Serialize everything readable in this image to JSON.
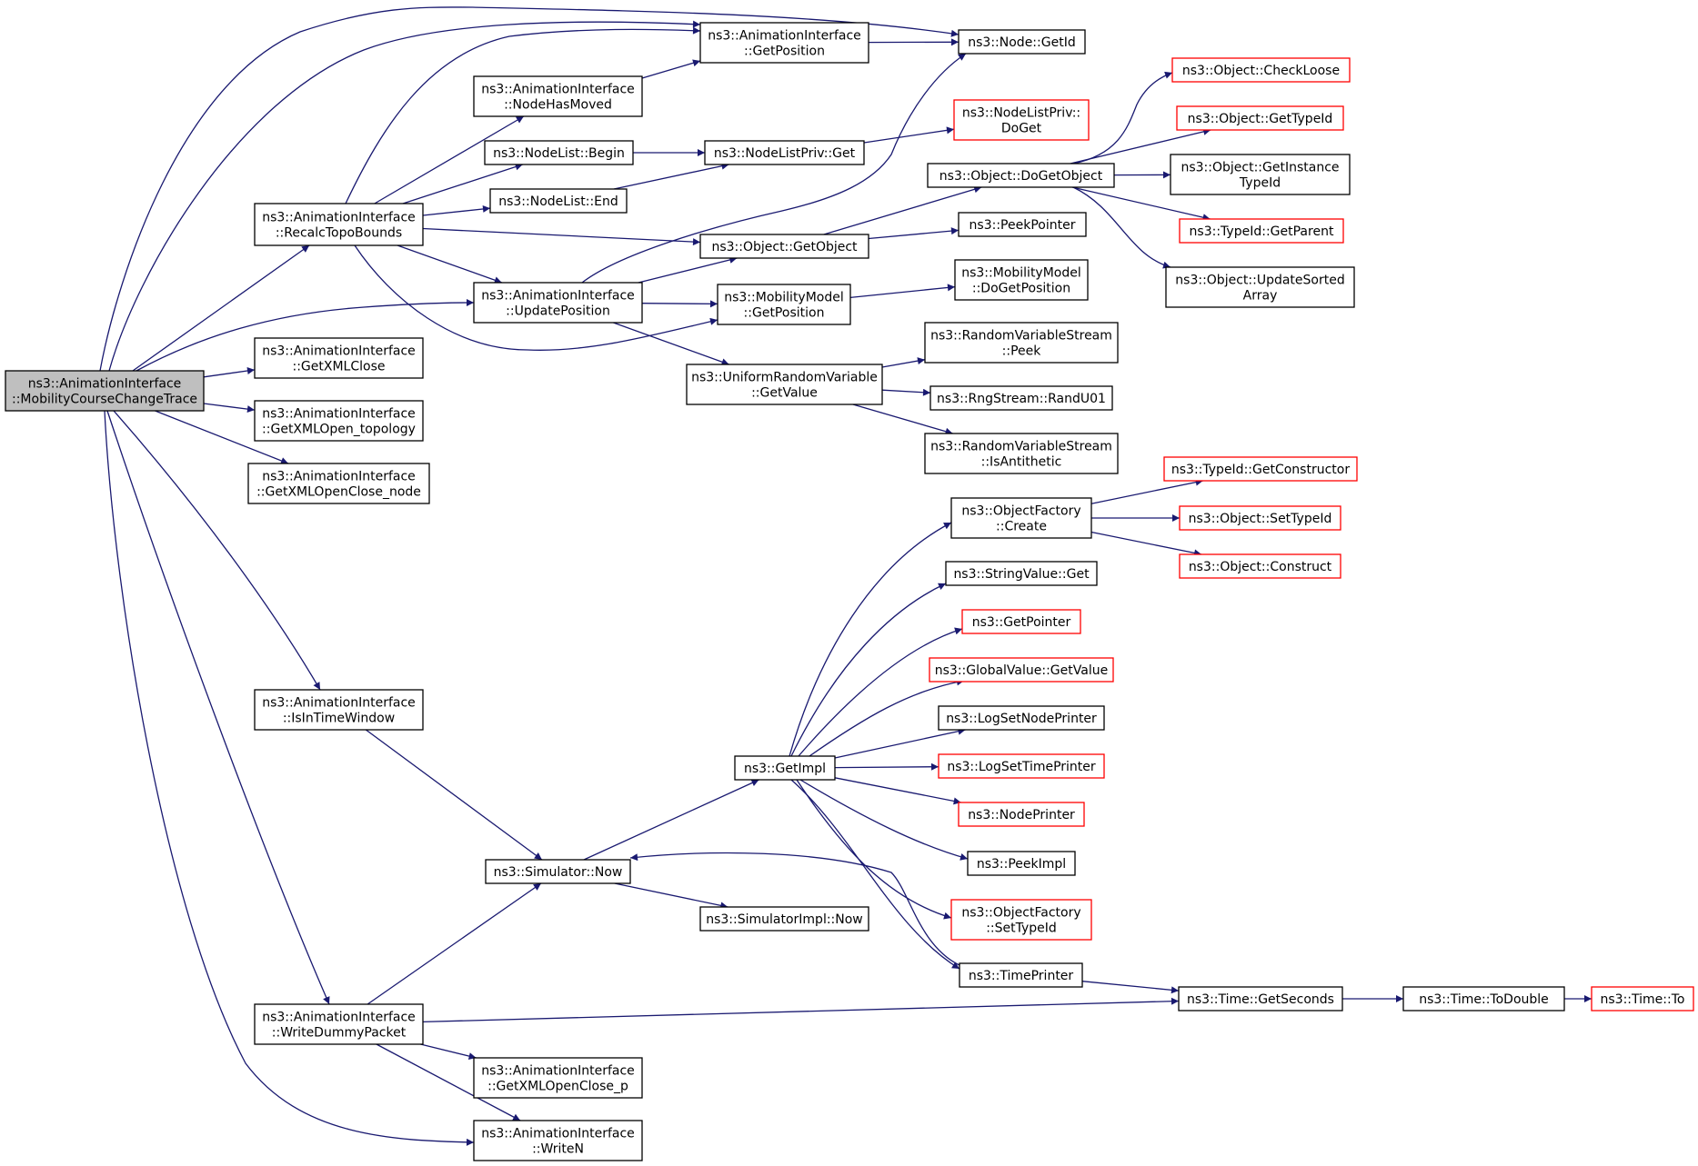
{
  "colors": {
    "edge": "#191970",
    "node_border": "#000000",
    "node_border_undocumented": "#ff0000",
    "root_fill": "#bfbfbf",
    "node_fill": "#ffffff",
    "text": "#000000"
  },
  "nodes": {
    "root": {
      "lines": [
        "ns3::AnimationInterface",
        "::MobilityCourseChangeTrace"
      ]
    },
    "recalc": {
      "lines": [
        "ns3::AnimationInterface",
        "::RecalcTopoBounds"
      ]
    },
    "getxmlclose": {
      "lines": [
        "ns3::AnimationInterface",
        "::GetXMLClose"
      ]
    },
    "getxmlopen_topology": {
      "lines": [
        "ns3::AnimationInterface",
        "::GetXMLOpen_topology"
      ]
    },
    "getxmlopenclose_node": {
      "lines": [
        "ns3::AnimationInterface",
        "::GetXMLOpenClose_node"
      ]
    },
    "isintimewindow": {
      "lines": [
        "ns3::AnimationInterface",
        "::IsInTimeWindow"
      ]
    },
    "writedummypacket": {
      "lines": [
        "ns3::AnimationInterface",
        "::WriteDummyPacket"
      ]
    },
    "ai_getposition": {
      "lines": [
        "ns3::AnimationInterface",
        "::GetPosition"
      ]
    },
    "nodehasmoved": {
      "lines": [
        "ns3::AnimationInterface",
        "::NodeHasMoved"
      ]
    },
    "nodelist_begin": {
      "lines": [
        "ns3::NodeList::Begin"
      ]
    },
    "nodelist_end": {
      "lines": [
        "ns3::NodeList::End"
      ]
    },
    "updateposition": {
      "lines": [
        "ns3::AnimationInterface",
        "::UpdatePosition"
      ]
    },
    "simulator_now": {
      "lines": [
        "ns3::Simulator::Now"
      ]
    },
    "getxmlopenclose_p": {
      "lines": [
        "ns3::AnimationInterface",
        "::GetXMLOpenClose_p"
      ]
    },
    "writen": {
      "lines": [
        "ns3::AnimationInterface",
        "::WriteN"
      ]
    },
    "node_getid": {
      "lines": [
        "ns3::Node::GetId"
      ]
    },
    "nodelistpriv_get": {
      "lines": [
        "ns3::NodeListPriv::Get"
      ]
    },
    "object_getobject": {
      "lines": [
        "ns3::Object::GetObject"
      ]
    },
    "mm_getposition": {
      "lines": [
        "ns3::MobilityModel",
        "::GetPosition"
      ]
    },
    "uniform_getvalue": {
      "lines": [
        "ns3::UniformRandomVariable",
        "::GetValue"
      ]
    },
    "getimpl": {
      "lines": [
        "ns3::GetImpl"
      ]
    },
    "simulatorimpl_now": {
      "lines": [
        "ns3::SimulatorImpl::Now"
      ]
    },
    "nodelistpriv_doget": {
      "lines": [
        "ns3::NodeListPriv::",
        "DoGet"
      ]
    },
    "object_dogetobject": {
      "lines": [
        "ns3::Object::DoGetObject"
      ]
    },
    "peekpointer": {
      "lines": [
        "ns3::PeekPointer"
      ]
    },
    "mm_dogetposition": {
      "lines": [
        "ns3::MobilityModel",
        "::DoGetPosition"
      ]
    },
    "rvs_peek": {
      "lines": [
        "ns3::RandomVariableStream",
        "::Peek"
      ]
    },
    "rngstream_randu01": {
      "lines": [
        "ns3::RngStream::RandU01"
      ]
    },
    "rvs_isantithetic": {
      "lines": [
        "ns3::RandomVariableStream",
        "::IsAntithetic"
      ]
    },
    "objectfactory_create": {
      "lines": [
        "ns3::ObjectFactory",
        "::Create"
      ]
    },
    "stringvalue_get": {
      "lines": [
        "ns3::StringValue::Get"
      ]
    },
    "getpointer": {
      "lines": [
        "ns3::GetPointer"
      ]
    },
    "globalvalue_getvalue": {
      "lines": [
        "ns3::GlobalValue::GetValue"
      ]
    },
    "logsetnodeprinter": {
      "lines": [
        "ns3::LogSetNodePrinter"
      ]
    },
    "logsettimeprinter": {
      "lines": [
        "ns3::LogSetTimePrinter"
      ]
    },
    "nodeprinter": {
      "lines": [
        "ns3::NodePrinter"
      ]
    },
    "peekimpl": {
      "lines": [
        "ns3::PeekImpl"
      ]
    },
    "objectfactory_settypeid": {
      "lines": [
        "ns3::ObjectFactory",
        "::SetTypeId"
      ]
    },
    "timeprinter": {
      "lines": [
        "ns3::TimePrinter"
      ]
    },
    "object_checkloose": {
      "lines": [
        "ns3::Object::CheckLoose"
      ]
    },
    "object_gettypeid": {
      "lines": [
        "ns3::Object::GetTypeId"
      ]
    },
    "object_getinstancetypeid": {
      "lines": [
        "ns3::Object::GetInstance",
        "TypeId"
      ]
    },
    "typeid_getparent": {
      "lines": [
        "ns3::TypeId::GetParent"
      ]
    },
    "object_updatesortedarray": {
      "lines": [
        "ns3::Object::UpdateSorted",
        "Array"
      ]
    },
    "typeid_getconstructor": {
      "lines": [
        "ns3::TypeId::GetConstructor"
      ]
    },
    "object_settypeid": {
      "lines": [
        "ns3::Object::SetTypeId"
      ]
    },
    "object_construct": {
      "lines": [
        "ns3::Object::Construct"
      ]
    },
    "time_getseconds": {
      "lines": [
        "ns3::Time::GetSeconds"
      ]
    },
    "time_todouble": {
      "lines": [
        "ns3::Time::ToDouble"
      ]
    },
    "time_to": {
      "lines": [
        "ns3::Time::To"
      ]
    }
  },
  "edges": [
    [
      "root",
      "recalc"
    ],
    [
      "root",
      "getxmlclose"
    ],
    [
      "root",
      "getxmlopen_topology"
    ],
    [
      "root",
      "getxmlopenclose_node"
    ],
    [
      "root",
      "isintimewindow"
    ],
    [
      "root",
      "writedummypacket"
    ],
    [
      "root",
      "ai_getposition"
    ],
    [
      "root",
      "node_getid"
    ],
    [
      "root",
      "updateposition"
    ],
    [
      "root",
      "writen"
    ],
    [
      "recalc",
      "ai_getposition"
    ],
    [
      "recalc",
      "nodehasmoved"
    ],
    [
      "recalc",
      "nodelist_begin"
    ],
    [
      "recalc",
      "nodelist_end"
    ],
    [
      "recalc",
      "object_getobject"
    ],
    [
      "recalc",
      "updateposition"
    ],
    [
      "recalc",
      "mm_getposition"
    ],
    [
      "ai_getposition",
      "node_getid"
    ],
    [
      "nodehasmoved",
      "ai_getposition"
    ],
    [
      "nodelist_begin",
      "nodelistpriv_get"
    ],
    [
      "nodelist_end",
      "nodelistpriv_get"
    ],
    [
      "nodelistpriv_get",
      "nodelistpriv_doget"
    ],
    [
      "updateposition",
      "node_getid"
    ],
    [
      "updateposition",
      "object_getobject"
    ],
    [
      "updateposition",
      "mm_getposition"
    ],
    [
      "updateposition",
      "uniform_getvalue"
    ],
    [
      "object_getobject",
      "object_dogetobject"
    ],
    [
      "object_getobject",
      "peekpointer"
    ],
    [
      "object_dogetobject",
      "object_checkloose"
    ],
    [
      "object_dogetobject",
      "object_gettypeid"
    ],
    [
      "object_dogetobject",
      "object_getinstancetypeid"
    ],
    [
      "object_dogetobject",
      "typeid_getparent"
    ],
    [
      "object_dogetobject",
      "object_updatesortedarray"
    ],
    [
      "mm_getposition",
      "mm_dogetposition"
    ],
    [
      "uniform_getvalue",
      "rvs_peek"
    ],
    [
      "uniform_getvalue",
      "rngstream_randu01"
    ],
    [
      "uniform_getvalue",
      "rvs_isantithetic"
    ],
    [
      "isintimewindow",
      "simulator_now"
    ],
    [
      "writedummypacket",
      "simulator_now"
    ],
    [
      "writedummypacket",
      "time_getseconds"
    ],
    [
      "writedummypacket",
      "getxmlopenclose_p"
    ],
    [
      "writedummypacket",
      "writen"
    ],
    [
      "simulator_now",
      "getimpl"
    ],
    [
      "simulator_now",
      "simulatorimpl_now"
    ],
    [
      "getimpl",
      "objectfactory_create"
    ],
    [
      "getimpl",
      "stringvalue_get"
    ],
    [
      "getimpl",
      "getpointer"
    ],
    [
      "getimpl",
      "globalvalue_getvalue"
    ],
    [
      "getimpl",
      "logsetnodeprinter"
    ],
    [
      "getimpl",
      "logsettimeprinter"
    ],
    [
      "getimpl",
      "nodeprinter"
    ],
    [
      "getimpl",
      "peekimpl"
    ],
    [
      "getimpl",
      "objectfactory_settypeid"
    ],
    [
      "getimpl",
      "timeprinter"
    ],
    [
      "timeprinter",
      "simulator_now"
    ],
    [
      "timeprinter",
      "time_getseconds"
    ],
    [
      "objectfactory_create",
      "typeid_getconstructor"
    ],
    [
      "objectfactory_create",
      "object_settypeid"
    ],
    [
      "objectfactory_create",
      "object_construct"
    ],
    [
      "time_getseconds",
      "time_todouble"
    ],
    [
      "time_todouble",
      "time_to"
    ]
  ]
}
